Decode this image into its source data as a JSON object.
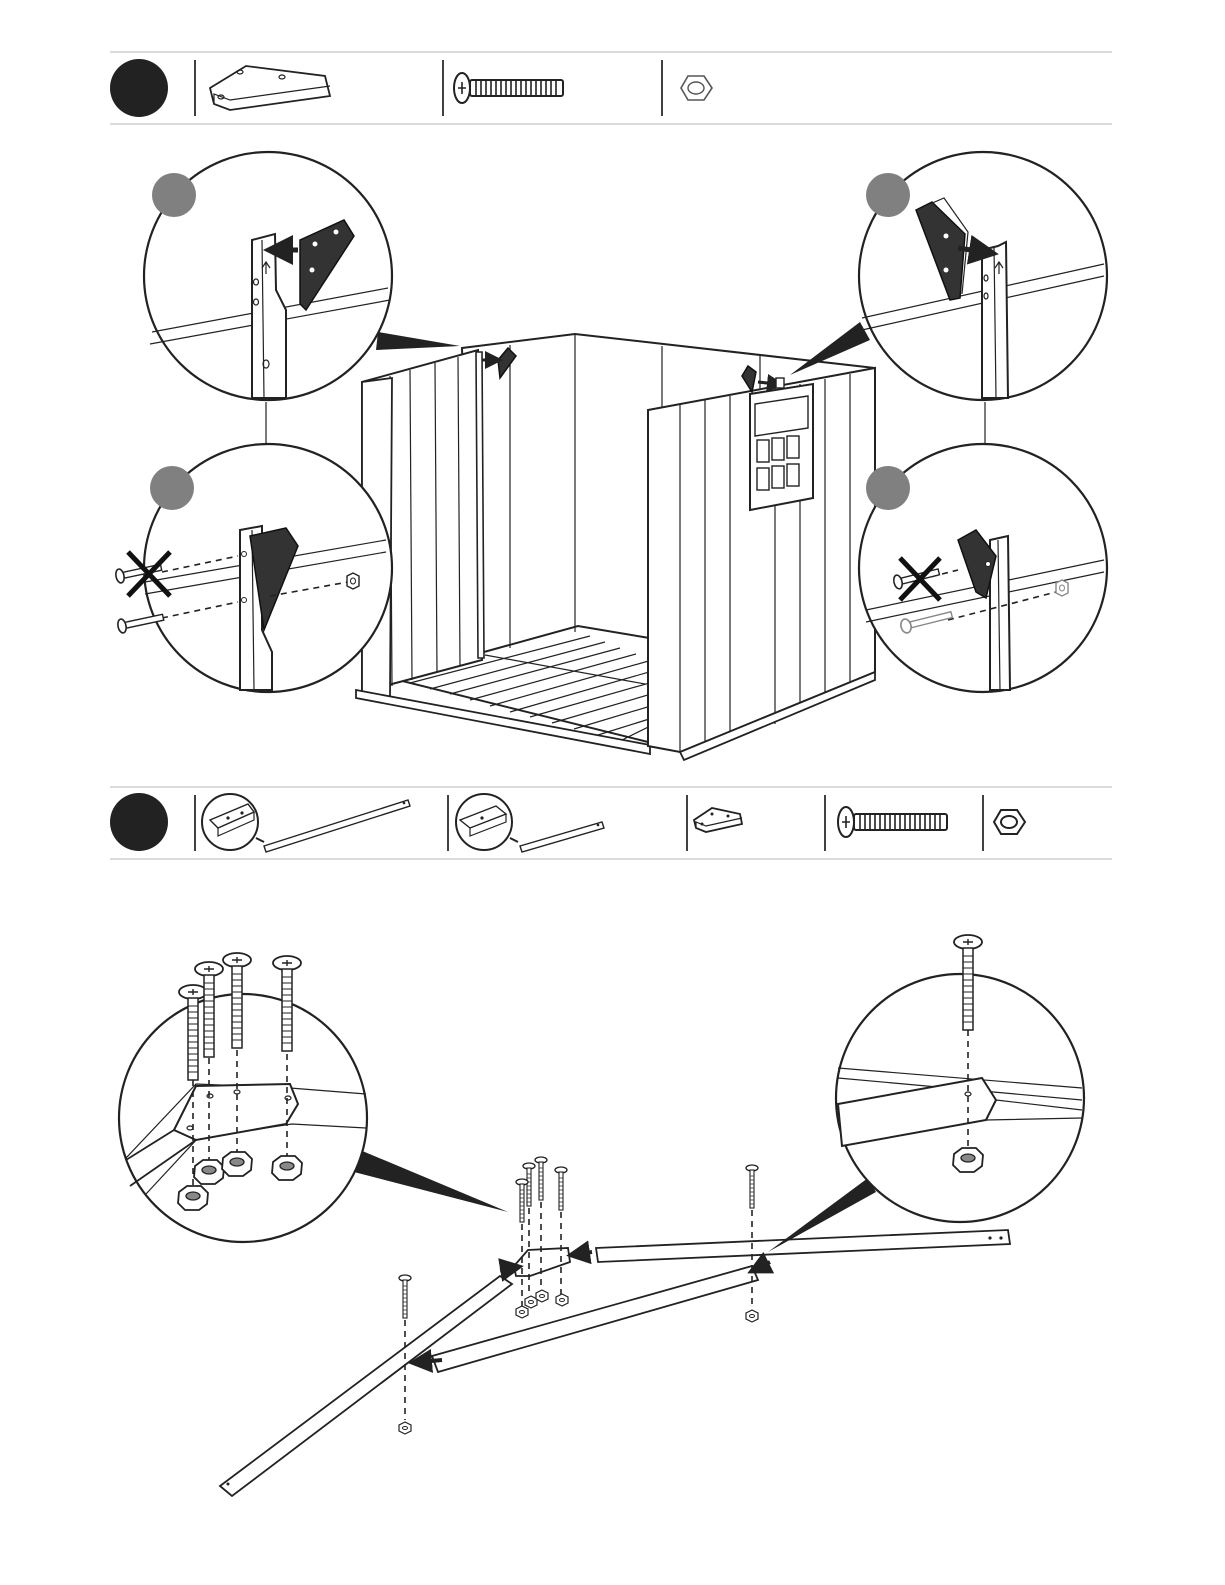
{
  "document": {
    "type": "assembly-instructions",
    "step_markers": [
      {
        "id": "step-a",
        "shape": "filled-circle",
        "color": "#222222"
      },
      {
        "id": "step-b",
        "shape": "filled-circle",
        "color": "#222222"
      }
    ],
    "detail_markers": {
      "color": "#808080"
    },
    "hardware_row_a": [
      "corner-bracket-icon",
      "bolt-icon",
      "hex-nut-icon"
    ],
    "hardware_row_b": [
      "long-roof-beam-icon",
      "short-roof-beam-icon",
      "corner-bracket-icon",
      "bolt-icon",
      "hex-nut-icon"
    ],
    "colors": {
      "ink": "#222222",
      "rule": "#cfcfcf",
      "marker": "#808080",
      "page": "#ffffff"
    }
  }
}
